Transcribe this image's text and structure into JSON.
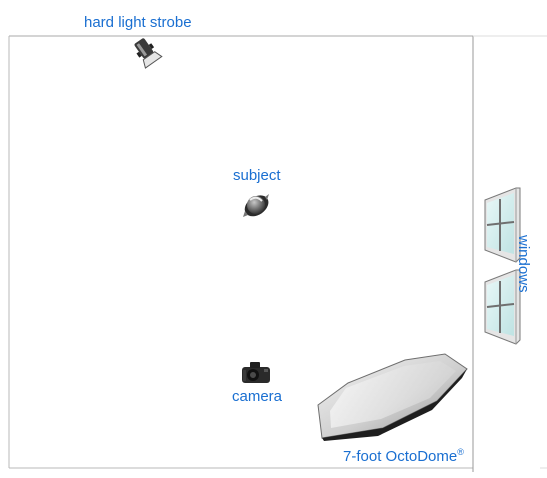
{
  "labels": {
    "strobe": "hard light strobe",
    "subject": "subject",
    "camera": "camera",
    "octodome": "7-foot OctoDome",
    "octodome_mark": "®",
    "windows": "windows"
  },
  "colors": {
    "label": "#1a6fd1",
    "wall": "#aaaaaa",
    "window_glass": "#d6eeee",
    "window_frame": "#6f6f6f"
  }
}
